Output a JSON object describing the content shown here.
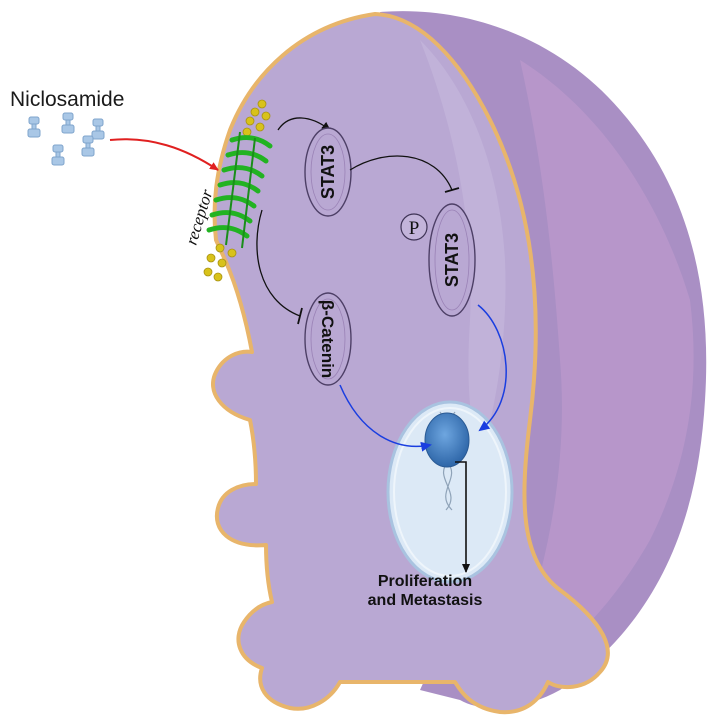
{
  "labels": {
    "drug": "Niclosamide",
    "receptor": "receptor",
    "stat3_upper": "STAT3",
    "stat3_lower": "STAT3",
    "phospho": "P",
    "beta_catenin": "β-Catenin",
    "outcome_line1": "Proliferation",
    "outcome_line2": "and Metastasis"
  },
  "colors": {
    "cell_fill": "#b8a7d2",
    "cell_membrane": "#e9b46a",
    "cell_back": "#a58bbf",
    "nucleus_fill": "#dbe8f5",
    "nucleus_stroke": "#9ab6d6",
    "dna_blob": "#3f7fc4",
    "receptor_green": "#2bbf2b",
    "receptor_yellow": "#d8c21a",
    "drug_blue": "#9fc1e3",
    "arrow_red": "#e02020",
    "arrow_blue": "#1a3ee0",
    "inhibit_black": "#111111"
  }
}
